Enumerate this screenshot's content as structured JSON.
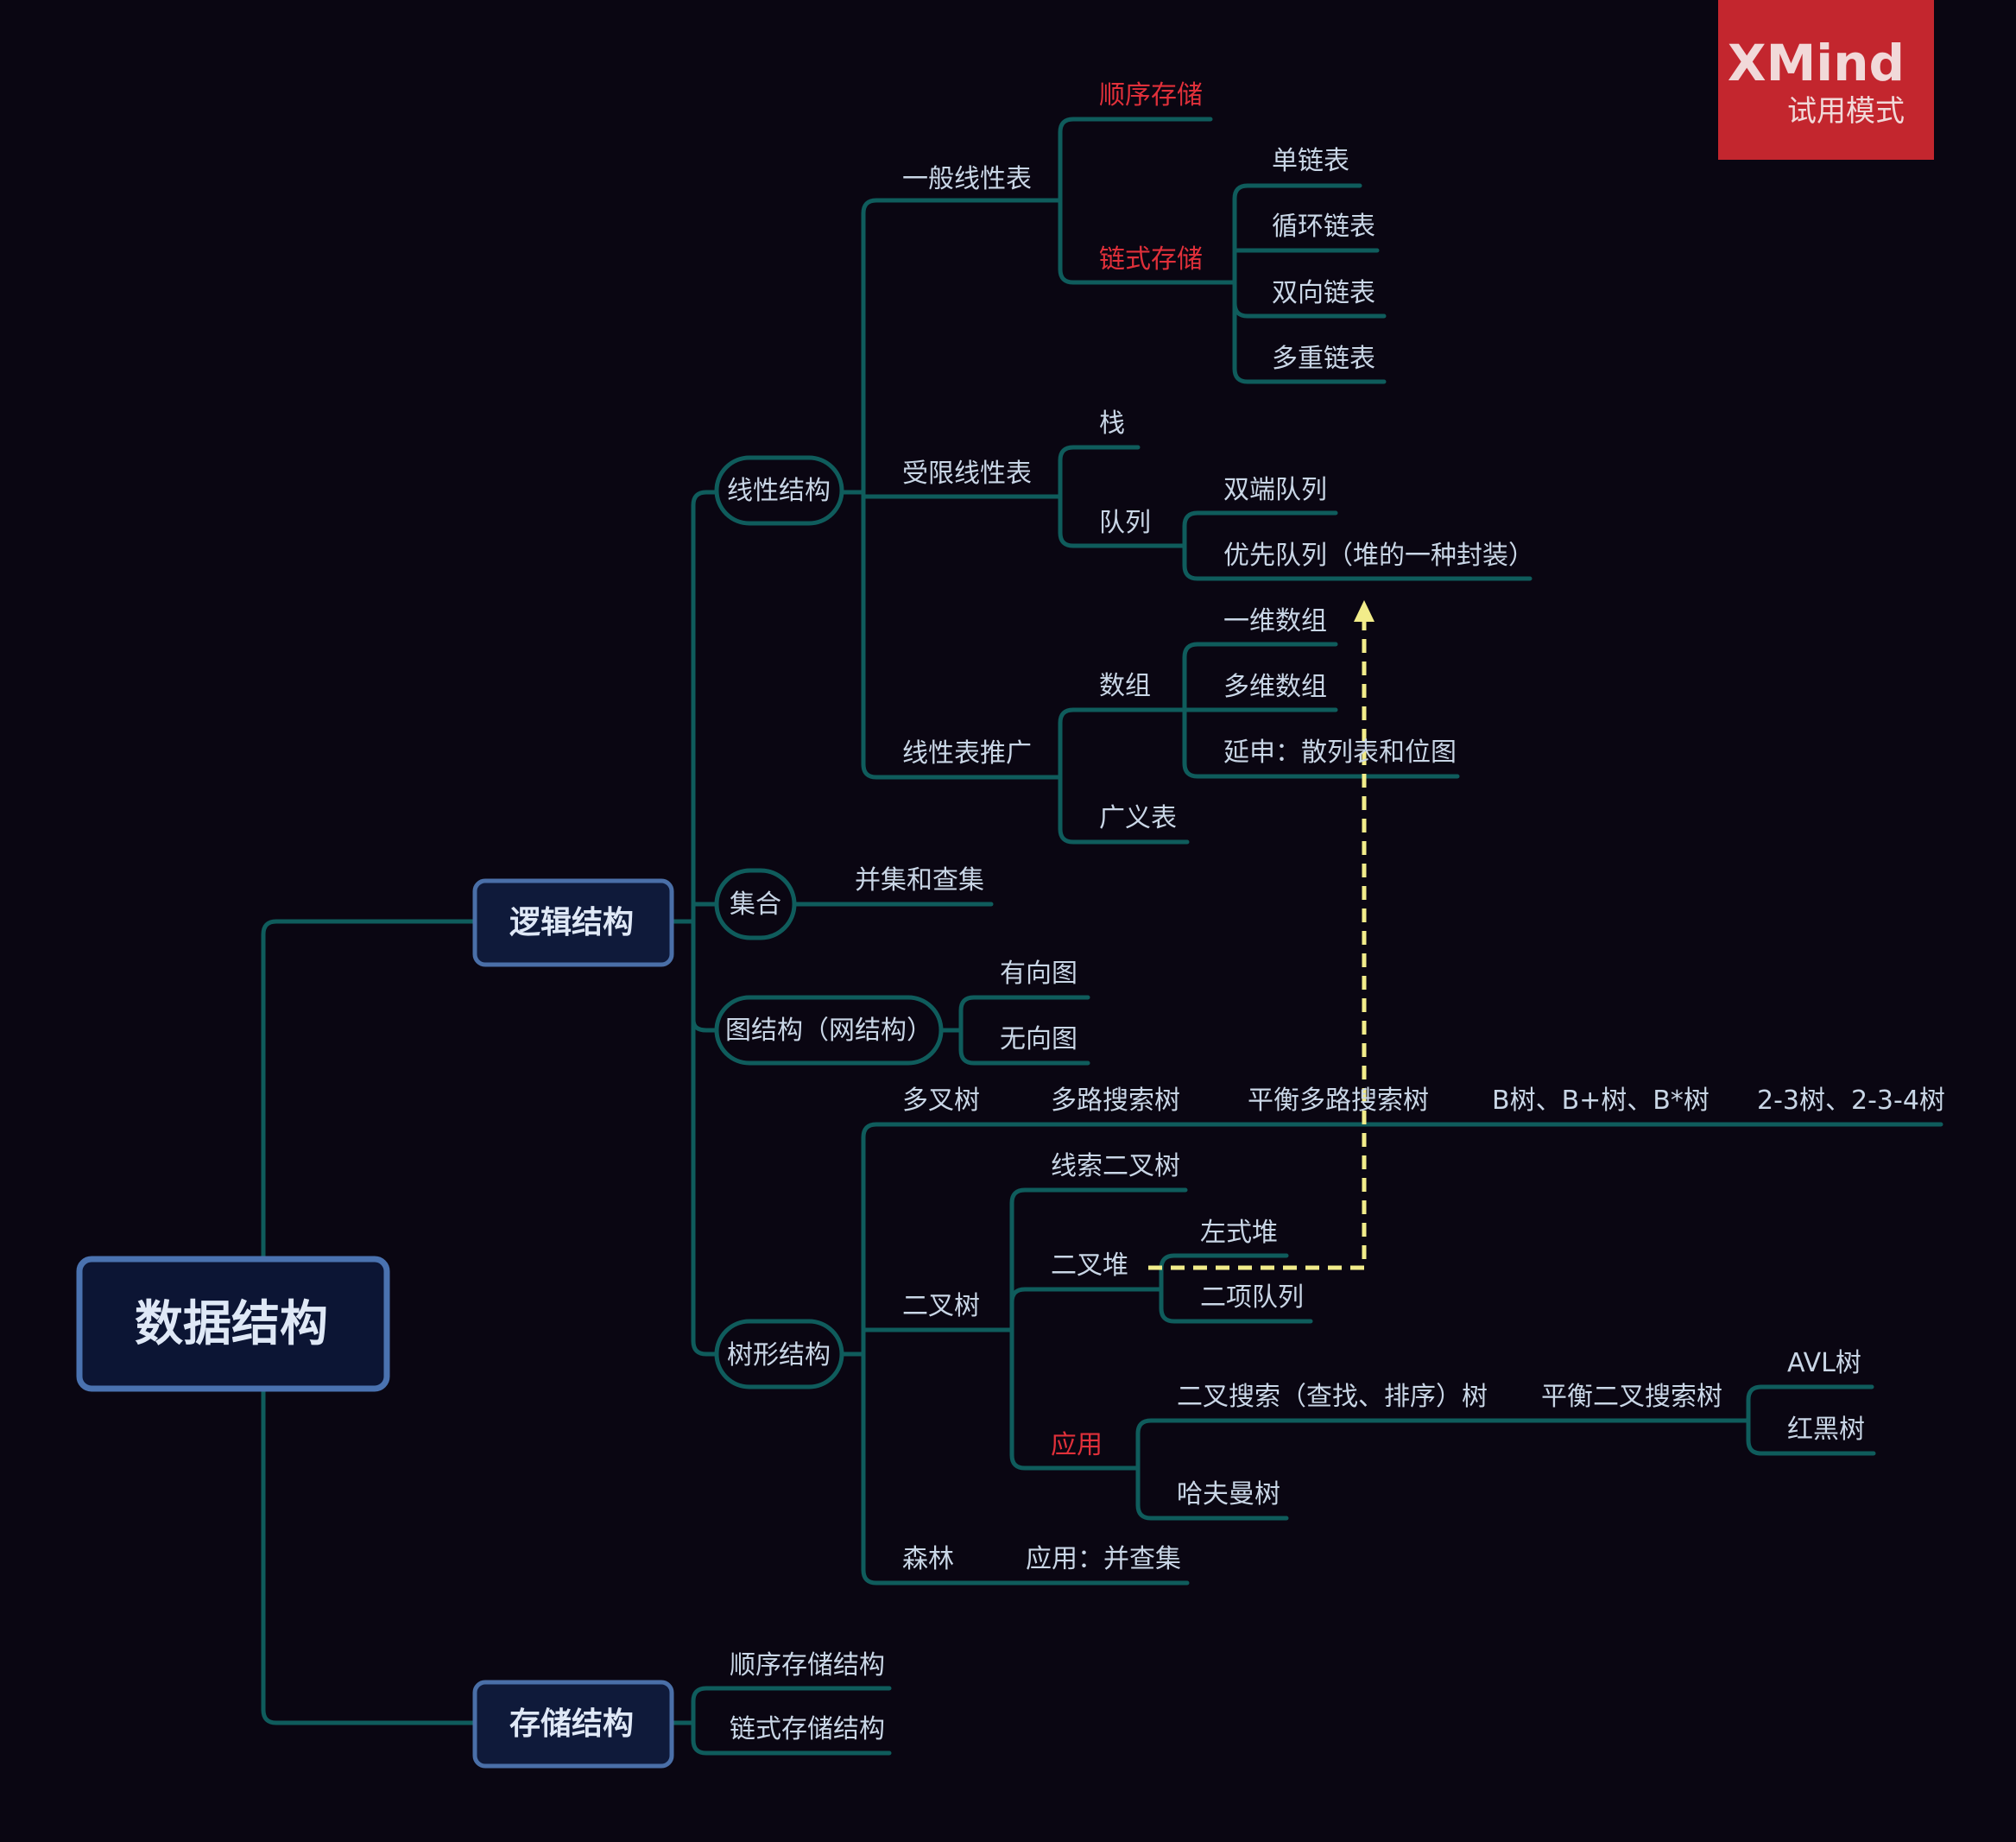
{
  "badge": {
    "brand": "XMind",
    "mode": "试用模式"
  },
  "root": "数据结构",
  "main": {
    "logic": "逻辑结构",
    "storage": "存储结构"
  },
  "logic": {
    "linear": "线性结构",
    "set": "集合",
    "graph": "图结构（网结构）",
    "tree": "树形结构"
  },
  "linear": {
    "general": "一般线性表",
    "sequential": "顺序存储",
    "linked": "链式存储",
    "linked_items": [
      "单链表",
      "循环链表",
      "双向链表",
      "多重链表"
    ],
    "restricted": "受限线性表",
    "stack": "栈",
    "queue": "队列",
    "queue_items": [
      "双端队列",
      "优先队列（堆的一种封装）"
    ],
    "extension": "线性表推广",
    "array": "数组",
    "array_items": [
      "一维数组",
      "多维数组",
      "延申：散列表和位图"
    ],
    "general_list": "广义表"
  },
  "set": {
    "union_find": "并集和查集"
  },
  "graph": {
    "directed": "有向图",
    "undirected": "无向图"
  },
  "tree": {
    "multiway": "多叉树",
    "multiway_chain": [
      "多路搜索树",
      "平衡多路搜索树",
      "B树、B+树、B*树",
      "2-3树、2-3-4树"
    ],
    "binary": "二叉树",
    "threaded": "线索二叉树",
    "heap": "二叉堆",
    "heap_items": [
      "左式堆",
      "二项队列"
    ],
    "application": "应用",
    "bst": "二叉搜索（查找、排序）树",
    "balanced_bst": "平衡二叉搜索树",
    "balanced_items": [
      "AVL树",
      "红黑树"
    ],
    "huffman": "哈夫曼树",
    "forest": "森林",
    "forest_app": "应用：并查集"
  },
  "storage": {
    "items": [
      "顺序存储结构",
      "链式存储结构"
    ]
  },
  "colors": {
    "background": "#0a0612",
    "line": "#0f5c5c",
    "text": "#c9d6e6",
    "highlight": "#e0303a",
    "relationship": "#f2ec8a",
    "badge": "#c3262e"
  }
}
